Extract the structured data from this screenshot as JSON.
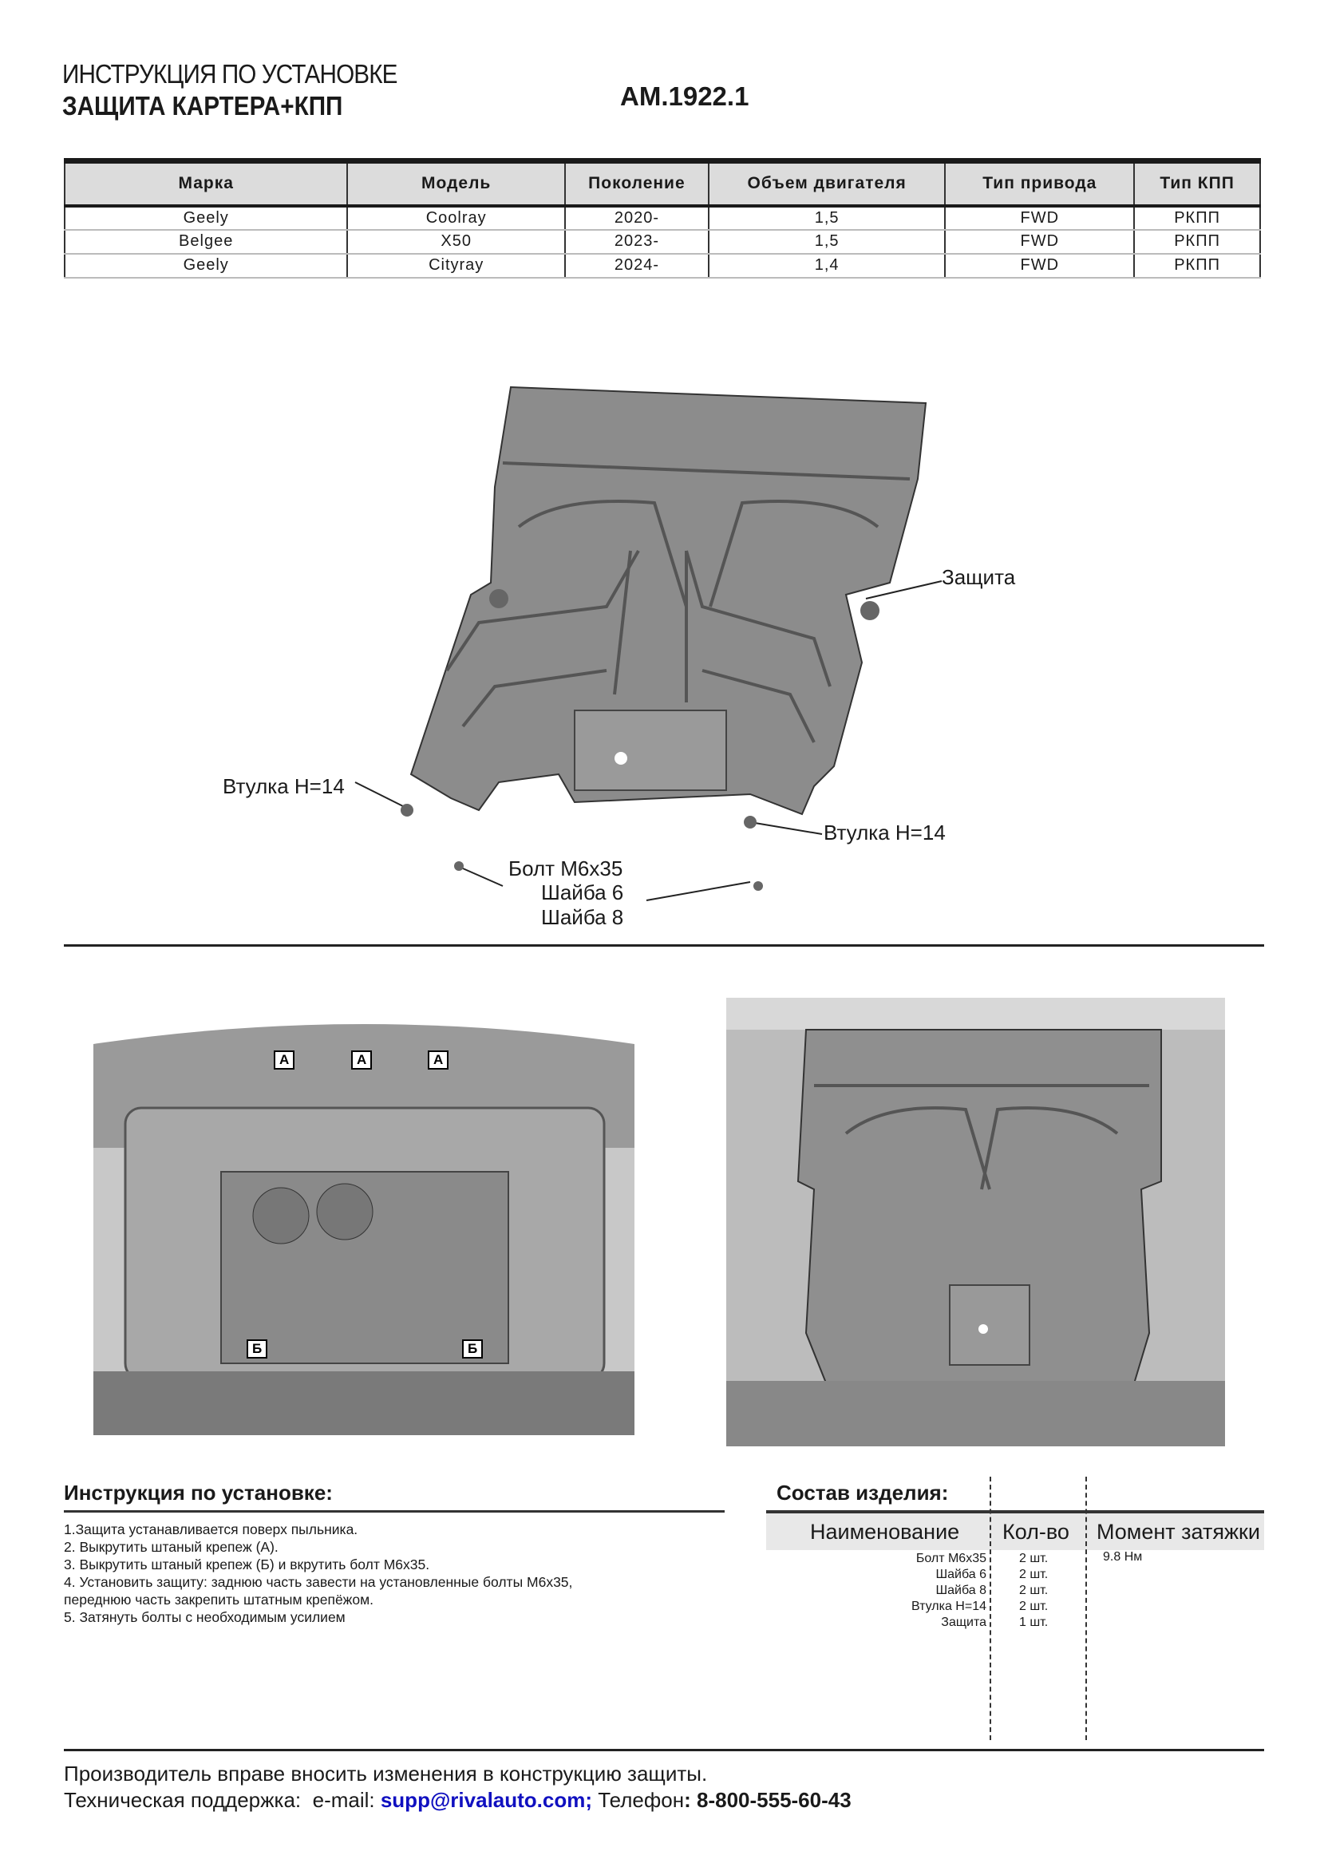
{
  "header": {
    "title_line1": "ИНСТРУКЦИЯ ПО УСТАНОВКЕ",
    "title_line2": "ЗАЩИТА КАРТЕРА+КПП",
    "article": "AM.1922.1"
  },
  "table": {
    "columns": [
      "Марка",
      "Модель",
      "Поколение",
      "Объем двигателя",
      "Тип привода",
      "Тип КПП"
    ],
    "rows": [
      [
        "Geely",
        "Coolray",
        "2020-",
        "1,5",
        "FWD",
        "РКПП"
      ],
      [
        "Belgee",
        "X50",
        "2023-",
        "1,5",
        "FWD",
        "РКПП"
      ],
      [
        "Geely",
        "Cityray",
        "2024-",
        "1,4",
        "FWD",
        "РКПП"
      ]
    ]
  },
  "diagram": {
    "label_guard": "Защита",
    "label_bushing_left": "Втулка H=14",
    "label_bushing_right": "Втулка H=14",
    "label_bolt": "Болт М6х35",
    "label_washer6": "Шайба 6",
    "label_washer8": "Шайба 8"
  },
  "photo_left": {
    "markers": [
      "А",
      "А",
      "А",
      "Б",
      "Б"
    ]
  },
  "instructions": {
    "heading": "Инструкция по установке:",
    "steps": [
      "1.Защита устанавливается поверх пыльника.",
      "2. Выкрутить штаный крепеж (А).",
      "3. Выкрутить штаный крепеж (Б) и вкрутить болт М6х35.",
      "4. Установить защиту: заднюю часть завести на установленные болты М6х35,",
      "переднюю часть закрепить штатным крепёжом.",
      "5. Затянуть болты с необходимым усилием"
    ]
  },
  "composition": {
    "heading": "Состав изделия:",
    "columns": [
      "Наименование",
      "Кол-во",
      "Момент затяжки"
    ],
    "items": [
      {
        "name": "Болт М6х35",
        "qty": "2 шт.",
        "torque": "9.8 Нм"
      },
      {
        "name": "Шайба 6",
        "qty": "2 шт."
      },
      {
        "name": "Шайба 8",
        "qty": "2 шт."
      },
      {
        "name": "Втулка H=14",
        "qty": "2 шт."
      },
      {
        "name": "Защита",
        "qty": "1 шт."
      }
    ]
  },
  "footer": {
    "line1": "Производитель вправе вносить изменения в конструкцию защиты.",
    "support_label": "Техническая поддержка:  e-mail: ",
    "email": "supp@rivalauto.com;",
    "phone_label": " Телефон",
    "phone": ": 8-800-555-60-43"
  }
}
